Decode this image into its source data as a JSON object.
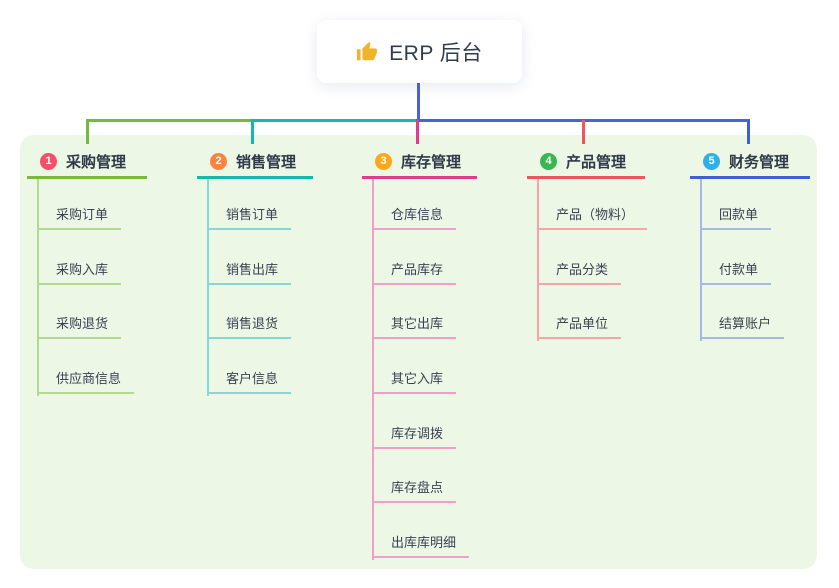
{
  "root": {
    "icon": "thumbs-up",
    "label": "ERP 后台"
  },
  "colors": {
    "canvas_bg": "#ffffff",
    "panel_bg": "#ecf7e6",
    "text_dark": "#323c4d",
    "root_connector": "#4a63d8",
    "icon": "#f0b42a"
  },
  "branches": [
    {
      "num": "1",
      "label": "采购管理",
      "badge_color": "#f4506a",
      "line_color": "#76b93f",
      "child_line_color": "#b2d98e",
      "children": [
        "采购订单",
        "采购入库",
        "采购退货",
        "供应商信息"
      ]
    },
    {
      "num": "2",
      "label": "销售管理",
      "badge_color": "#f8853e",
      "line_color": "#14b8ac",
      "child_line_color": "#84d9d2",
      "children": [
        "销售订单",
        "销售出库",
        "销售退货",
        "客户信息"
      ]
    },
    {
      "num": "3",
      "label": "库存管理",
      "badge_color": "#f9a91a",
      "line_color": "#e23a90",
      "child_line_color": "#f0a0c8",
      "children": [
        "仓库信息",
        "产品库存",
        "其它出库",
        "其它入库",
        "库存调拨",
        "库存盘点",
        "出库库明细"
      ]
    },
    {
      "num": "4",
      "label": "产品管理",
      "badge_color": "#3bb654",
      "line_color": "#f4525e",
      "child_line_color": "#f7a3a8",
      "children": [
        "产品（物料）",
        "产品分类",
        "产品单位"
      ]
    },
    {
      "num": "5",
      "label": "财务管理",
      "badge_color": "#2fb1e8",
      "line_color": "#3e5fd6",
      "child_line_color": "#a6b9e6",
      "children": [
        "回款单",
        "付款单",
        "结算账户"
      ]
    }
  ]
}
